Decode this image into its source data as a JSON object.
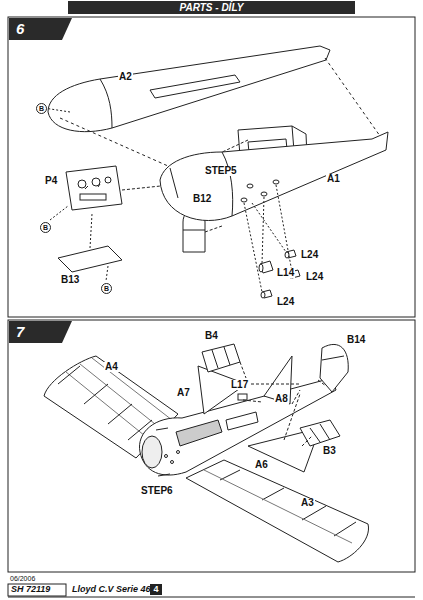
{
  "diagram": {
    "title": "PARTS - DÍLY",
    "labels": [
      "6",
      "A2",
      "B",
      "STEP5",
      "P4",
      "B12",
      "A1",
      "B",
      "L24",
      "L14",
      "L24",
      "B13",
      "B",
      "L24",
      "7",
      "B4",
      "B14",
      "A7",
      "L17",
      "A8",
      "A4",
      "B3",
      "A6",
      "STEP6",
      "A3",
      "06/2006",
      "SH 72119",
      "Lloyd C.V Serie 46",
      "4"
    ]
  }
}
